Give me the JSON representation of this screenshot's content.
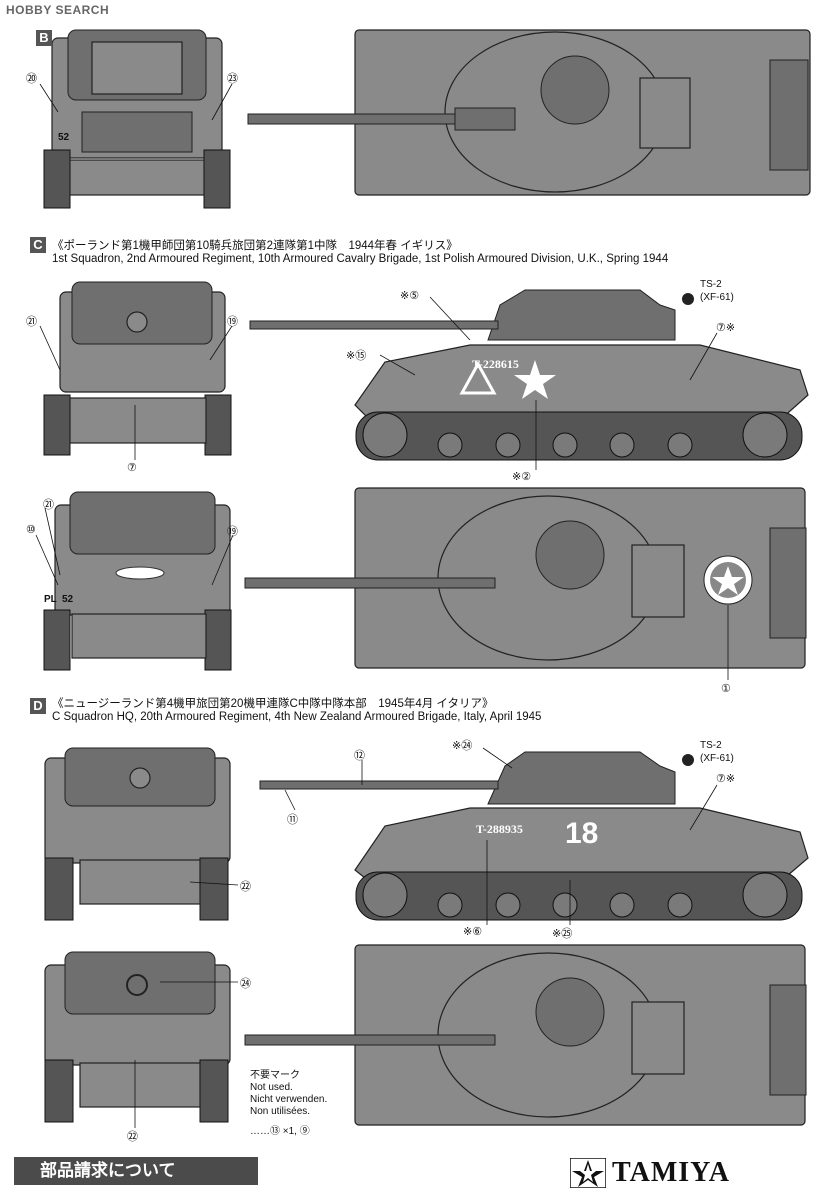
{
  "watermark": "HOBBY SEARCH",
  "sections": {
    "b": {
      "badge": "B"
    },
    "c": {
      "badge": "C",
      "title_jp": "《ポーランド第1機甲師団第10騎兵旅団第2連隊第1中隊　1944年春 イギリス》",
      "title_en": "1st Squadron, 2nd Armoured Regiment, 10th Armoured Cavalry Brigade, 1st Polish Armoured Division, U.K., Spring 1944",
      "serial": "T-228615",
      "plate_pl": "PL",
      "plate_num": "52",
      "paint_code": "TS-2",
      "paint_ref": "(XF-61)"
    },
    "d": {
      "badge": "D",
      "title_jp": "《ニュージーランド第4機甲旅団第20機甲連隊C中隊中隊本部　1945年4月 イタリア》",
      "title_en": "C Squadron HQ, 20th Armoured Regiment, 4th New Zealand Armoured Brigade, Italy, April 1945",
      "serial": "T-288935",
      "hull_number": "18",
      "paint_code": "TS-2",
      "paint_ref": "(XF-61)"
    }
  },
  "b_labels": {
    "plate": "52"
  },
  "callouts": {
    "b_20": "⑳",
    "b_23": "㉓",
    "c_21": "㉑",
    "c_19": "⑲",
    "c_7": "⑦",
    "c_5": "※⑤",
    "c_15": "※⑮",
    "c_7r": "⑦※",
    "c_2": "※②",
    "c2_21": "㉑",
    "c2_10": "⑩",
    "c2_19": "⑲",
    "c2_1": "①",
    "d_24": "※㉔",
    "d_12": "⑫",
    "d_11": "⑪",
    "d_7r": "⑦※",
    "d_22": "㉒",
    "d_6": "※⑥",
    "d_25": "※㉕",
    "d2_24": "㉔",
    "d2_22": "㉒"
  },
  "not_used": {
    "jp": "不要マーク",
    "en": "Not used.",
    "de": "Nicht verwenden.",
    "fr": "Non utilisées.",
    "parts": "……⑬ ×1, ⑨"
  },
  "footer": {
    "parts_request": "部品請求について",
    "brand": "TAMIYA"
  }
}
